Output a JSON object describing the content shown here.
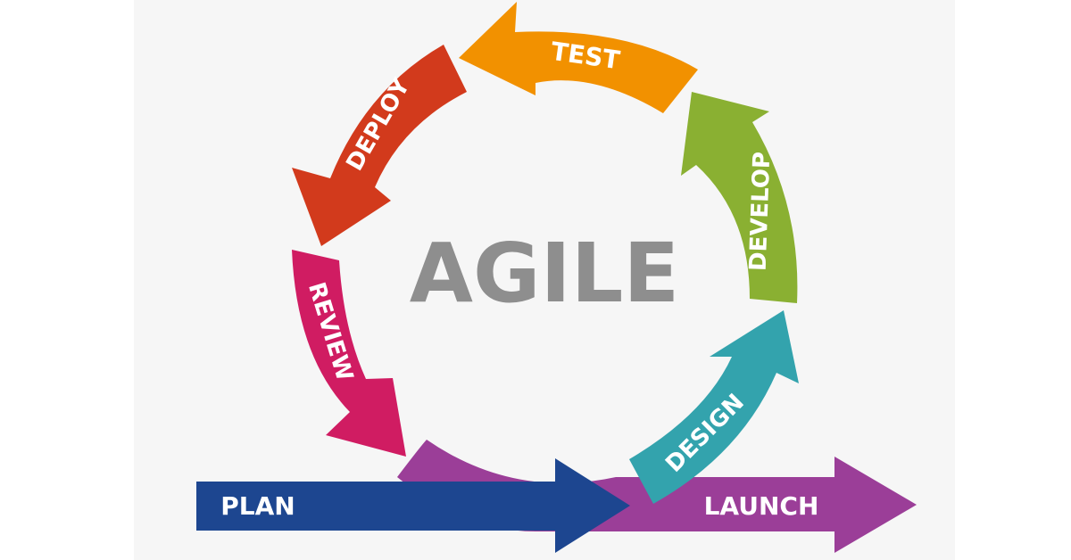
{
  "diagram": {
    "title": "AGILE",
    "stages": [
      {
        "key": "test",
        "label": "TEST",
        "color": "#F29100"
      },
      {
        "key": "deploy",
        "label": "DEPLOY",
        "color": "#D23A1C"
      },
      {
        "key": "review",
        "label": "REVIEW",
        "color": "#D01C62"
      },
      {
        "key": "design",
        "label": "DESIGN",
        "color": "#33A3AD"
      },
      {
        "key": "develop",
        "label": "DEVELOP",
        "color": "#8AB032"
      },
      {
        "key": "plan",
        "label": "PLAN",
        "color": "#1D4690"
      },
      {
        "key": "launch",
        "label": "LAUNCH",
        "color": "#9B3E98"
      }
    ],
    "colors": {
      "background": "#F6F6F6",
      "title": "#8E8E8E"
    }
  }
}
